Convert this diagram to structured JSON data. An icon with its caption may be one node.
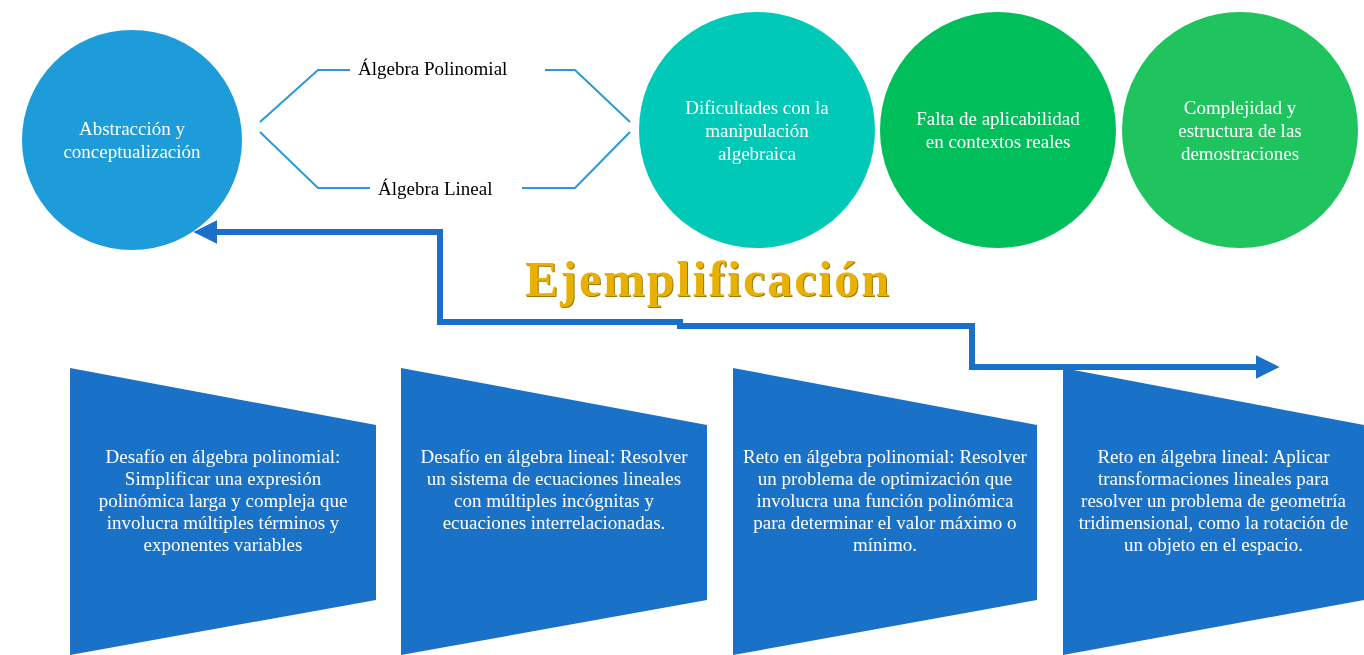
{
  "diagram": {
    "title": "Ejemplificación",
    "nodes": [
      {
        "text": [
          "Abstracción y conceptualización"
        ]
      },
      {
        "text": [
          "Álgebra Polinomial"
        ]
      },
      {
        "text": [
          "Álgebra Lineal"
        ]
      },
      {
        "text": [
          "Dificultades con la manipulación algebraica"
        ]
      },
      {
        "text": [
          "Falta de aplicabilidad en contextos reales"
        ]
      },
      {
        "text": [
          "Complejidad y estructura de las demostraciones"
        ]
      },
      {
        "text": [
          "Desafío en álgebra polinomial: Simplificar una expresión polinómica larga y compleja que involucra múltiples términos y exponentes variables"
        ]
      },
      {
        "text": [
          "Desafío en álgebra lineal: Resolver un sistema de ecuaciones lineales con múltiples incógnitas y ecuaciones interrelacionadas."
        ]
      },
      {
        "text": [
          "Reto en álgebra polinomial: Resolver un problema de optimización que involucra una función polinómica para determinar el valor máximo o mínimo."
        ]
      },
      {
        "text": [
          "Reto en álgebra lineal: Aplicar transformaciones lineales para resolver un problema de geometría tridimensional, como la rotación de un objeto en el espacio."
        ]
      }
    ],
    "edges": [
      {
        "from": 0,
        "to": 1,
        "arrow": "none"
      },
      {
        "from": 0,
        "to": 2,
        "arrow": "none"
      },
      {
        "from": 1,
        "to": 3,
        "arrow": "none"
      },
      {
        "from": 2,
        "to": 3,
        "arrow": "none"
      },
      {
        "from": 9,
        "to": 0,
        "arrow": "both",
        "style": "thick"
      }
    ]
  }
}
